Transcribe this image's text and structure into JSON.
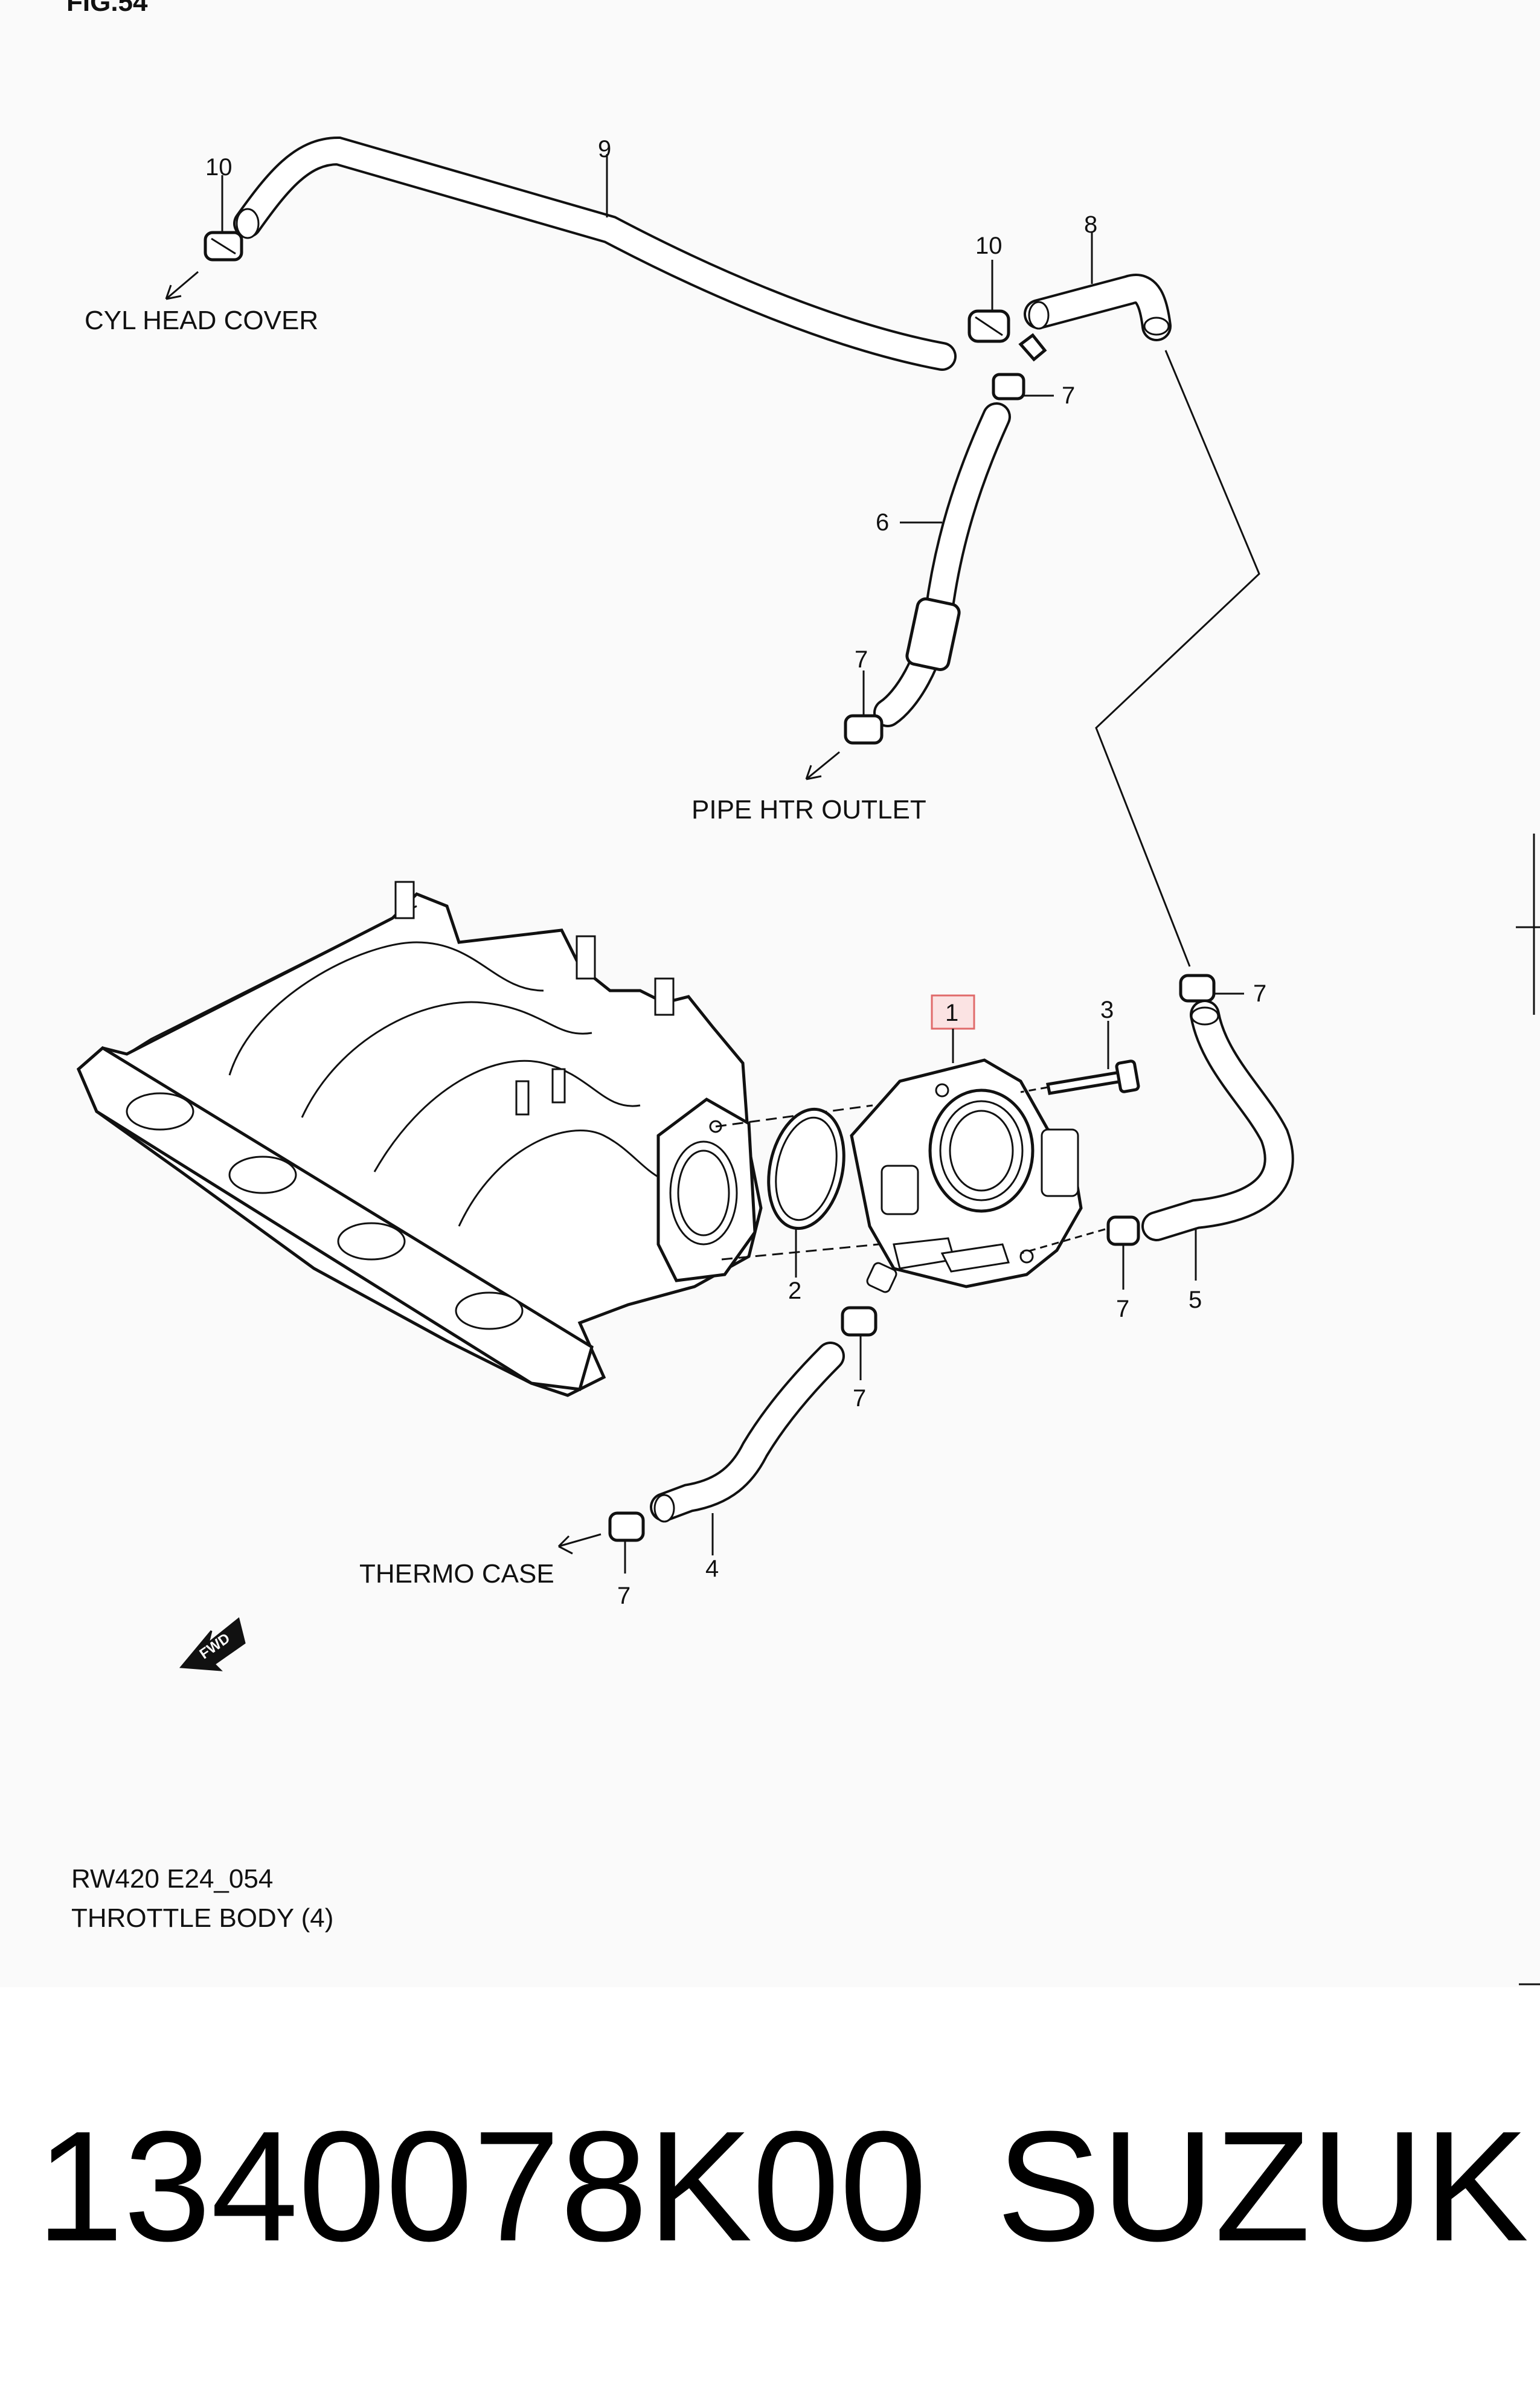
{
  "figure": {
    "heading": "FIG.54",
    "caption_code": "RW420 E24_054",
    "caption_title": "THROTTLE BODY (4)",
    "fwd_label": "FWD"
  },
  "destinations": {
    "cyl_head_cover": "CYL HEAD COVER",
    "pipe_htr_outlet": "PIPE HTR OUTLET",
    "thermo_case": "THERMO CASE"
  },
  "callouts": [
    {
      "id": "c1",
      "text": "1",
      "highlighted": true
    },
    {
      "id": "c2",
      "text": "2"
    },
    {
      "id": "c3",
      "text": "3"
    },
    {
      "id": "c4",
      "text": "4"
    },
    {
      "id": "c5",
      "text": "5"
    },
    {
      "id": "c6",
      "text": "6"
    },
    {
      "id": "c7a",
      "text": "7"
    },
    {
      "id": "c7b",
      "text": "7"
    },
    {
      "id": "c7c",
      "text": "7"
    },
    {
      "id": "c7d",
      "text": "7"
    },
    {
      "id": "c7e",
      "text": "7"
    },
    {
      "id": "c7f",
      "text": "7"
    },
    {
      "id": "c8",
      "text": "8"
    },
    {
      "id": "c9",
      "text": "9"
    },
    {
      "id": "c10a",
      "text": "10"
    },
    {
      "id": "c10b",
      "text": "10"
    }
  ],
  "footer": {
    "part_number": "1340078K00",
    "brand": "SUZUKI"
  },
  "colors": {
    "highlight_box": "#e06a6a",
    "highlight_fill": "#fbe3e3",
    "ink": "#111111"
  }
}
